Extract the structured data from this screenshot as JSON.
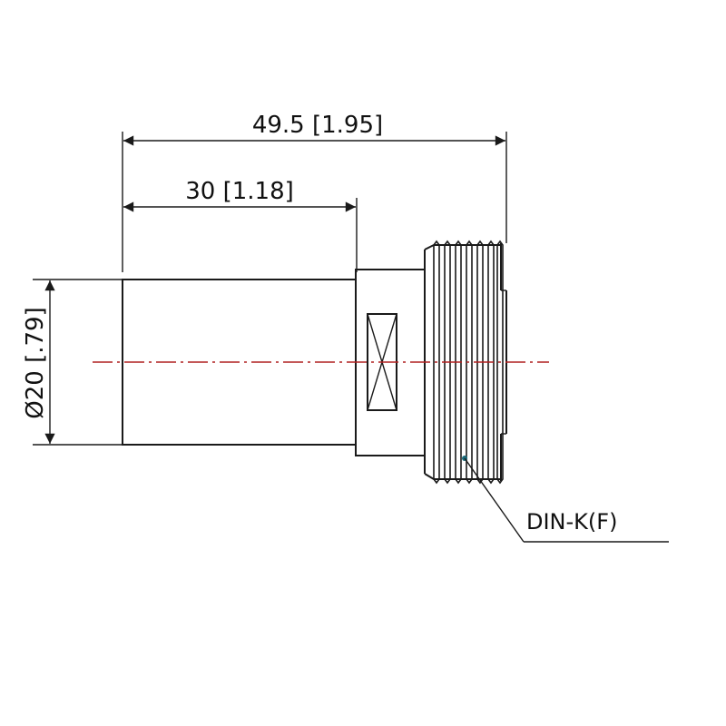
{
  "dimensions": {
    "overall_length": "49.5 [1.95]",
    "body_length": "30 [1.18]",
    "diameter": "Ø20 [.79]"
  },
  "callout": {
    "label": "DIN-K(F)"
  },
  "colors": {
    "line": "#1a1a1a",
    "centerline": "#b02020",
    "callout_dot": "#1a6a7a"
  }
}
